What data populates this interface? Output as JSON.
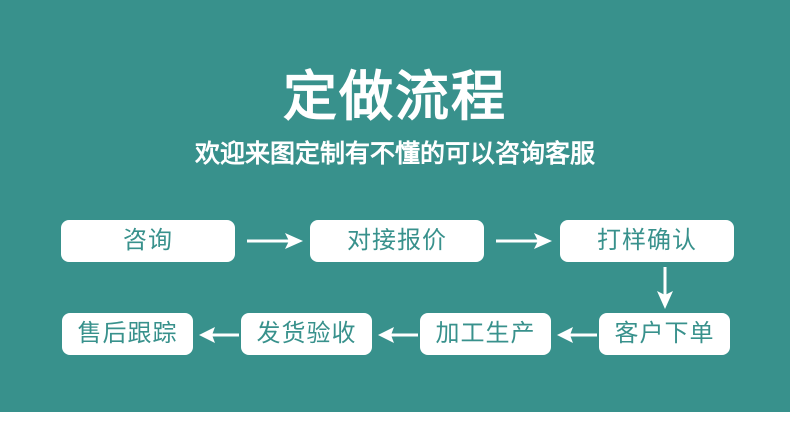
{
  "theme": {
    "background_color": "#38918c",
    "box_background_color": "#ffffff",
    "box_text_color": "#38918c",
    "heading_text_color": "#ffffff",
    "arrow_color": "#ffffff"
  },
  "heading": {
    "title": "定做流程",
    "subtitle": "欢迎来图定制有不懂的可以咨询客服"
  },
  "flow": {
    "steps": [
      {
        "id": "consult",
        "label": "咨询",
        "row": 1,
        "order": 1
      },
      {
        "id": "quote",
        "label": "对接报价",
        "row": 1,
        "order": 2
      },
      {
        "id": "sample",
        "label": "打样确认",
        "row": 1,
        "order": 3
      },
      {
        "id": "order",
        "label": "客户下单",
        "row": 2,
        "order": 4
      },
      {
        "id": "produce",
        "label": "加工生产",
        "row": 2,
        "order": 5
      },
      {
        "id": "delivery",
        "label": "发货验收",
        "row": 2,
        "order": 6
      },
      {
        "id": "aftersale",
        "label": "售后跟踪",
        "row": 2,
        "order": 7
      }
    ],
    "connectors": [
      {
        "from": "consult",
        "to": "quote",
        "direction": "right"
      },
      {
        "from": "quote",
        "to": "sample",
        "direction": "right"
      },
      {
        "from": "sample",
        "to": "order",
        "direction": "down"
      },
      {
        "from": "order",
        "to": "produce",
        "direction": "left"
      },
      {
        "from": "produce",
        "to": "delivery",
        "direction": "left"
      },
      {
        "from": "delivery",
        "to": "aftersale",
        "direction": "left"
      }
    ]
  }
}
